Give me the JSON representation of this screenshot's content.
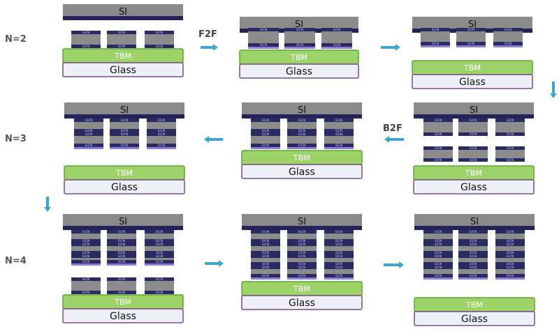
{
  "labels": {
    "si": "SI",
    "sicn": "SiCN",
    "tbm": "TBM",
    "glass": "Glass"
  },
  "rows": [
    {
      "label": "N=2"
    },
    {
      "label": "N=3"
    },
    {
      "label": "N=4"
    }
  ],
  "steps": [
    {
      "label": "F2F"
    },
    {
      "label": "B2F"
    }
  ],
  "colors": {
    "si": "#8a8a8a",
    "si_band": "#23235a",
    "die": "#8c8c8c",
    "dark_layer": "#2a2a62",
    "bond_layer": "#8e7ed8",
    "tbm_fill": "#9ed36a",
    "tbm_border": "#5ea633",
    "glass_fill": "#eef0f8",
    "glass_border": "#7a4a8a",
    "arrow": "#3fa5cf"
  }
}
